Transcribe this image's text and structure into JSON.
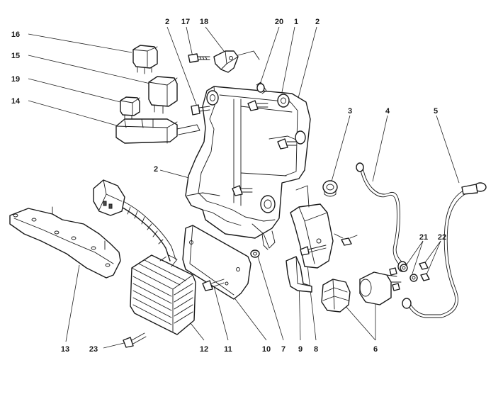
{
  "callouts": [
    {
      "id": "c16",
      "text": "16"
    },
    {
      "id": "c15",
      "text": "15"
    },
    {
      "id": "c19",
      "text": "19"
    },
    {
      "id": "c14",
      "text": "14"
    },
    {
      "id": "c2a",
      "text": "2"
    },
    {
      "id": "c17",
      "text": "17"
    },
    {
      "id": "c18",
      "text": "18"
    },
    {
      "id": "c20",
      "text": "20"
    },
    {
      "id": "c1",
      "text": "1"
    },
    {
      "id": "c2b",
      "text": "2"
    },
    {
      "id": "c3",
      "text": "3"
    },
    {
      "id": "c4",
      "text": "4"
    },
    {
      "id": "c5",
      "text": "5"
    },
    {
      "id": "c2c",
      "text": "2"
    },
    {
      "id": "c21",
      "text": "21"
    },
    {
      "id": "c22",
      "text": "22"
    },
    {
      "id": "c13",
      "text": "13"
    },
    {
      "id": "c23",
      "text": "23"
    },
    {
      "id": "c12",
      "text": "12"
    },
    {
      "id": "c11",
      "text": "11"
    },
    {
      "id": "c10",
      "text": "10"
    },
    {
      "id": "c7",
      "text": "7"
    },
    {
      "id": "c9",
      "text": "9"
    },
    {
      "id": "c8",
      "text": "8"
    },
    {
      "id": "c6",
      "text": "6"
    }
  ]
}
